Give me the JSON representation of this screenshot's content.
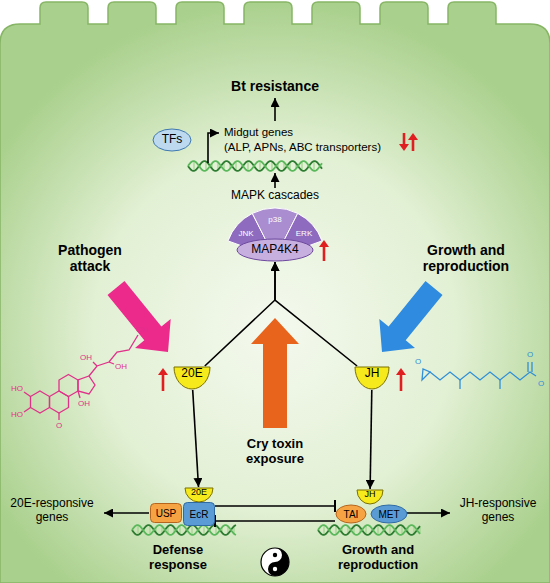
{
  "diagram": {
    "nodes": [
      {
        "text": [
          "TFs"
        ]
      },
      {
        "text": [
          "MAP4K4"
        ]
      },
      {
        "text": [
          "20E"
        ]
      },
      {
        "text": [
          "JH"
        ]
      },
      {
        "text": [
          "USP"
        ]
      },
      {
        "text": [
          "EcR"
        ]
      },
      {
        "text": [
          "20E"
        ]
      },
      {
        "text": [
          "TAI"
        ]
      },
      {
        "text": [
          "JH"
        ]
      },
      {
        "text": [
          "MET"
        ]
      }
    ],
    "edges": [
      {
        "from": 2,
        "to": 1,
        "arrow": "to"
      },
      {
        "from": 3,
        "to": 1,
        "arrow": "to"
      },
      {
        "from": 2,
        "to": 6,
        "arrow": "to"
      },
      {
        "from": 3,
        "to": 8,
        "arrow": "to"
      },
      {
        "from": 5,
        "to": 7,
        "arrow": "to"
      },
      {
        "from": 7,
        "to": 5,
        "arrow": "to"
      }
    ],
    "labels": [
      "Bt resistance",
      "Midgut genes",
      "(ALP, APNs, ABC transporters)",
      "MAPK cascades",
      "JNK",
      "p38",
      "ERK",
      "Pathogen attack",
      "Growth and reproduction",
      "OH",
      "OH",
      "OH",
      "OH",
      "HO",
      "HO",
      "O",
      "O",
      "O",
      "O",
      "Cry toxin exposure",
      "20E-responsive genes",
      "Defense response",
      "JH-responsive genes",
      "Growth and reproduction"
    ]
  }
}
